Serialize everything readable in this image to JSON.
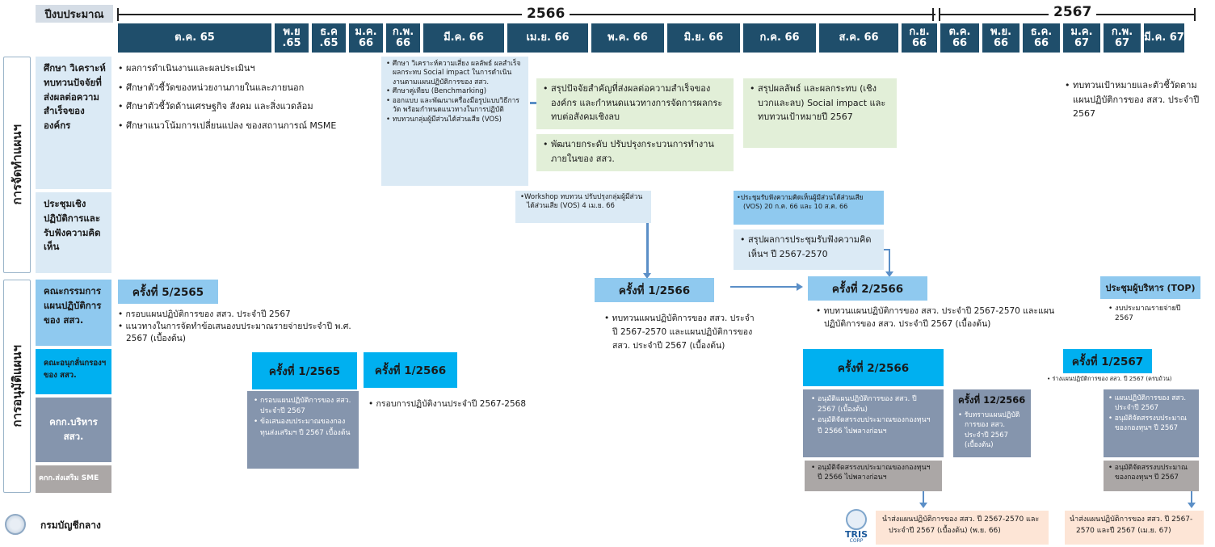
{
  "header": {
    "fiscal_year_label": "ปีงบประมาณ",
    "year_2566": "2566",
    "year_2567": "2567",
    "months": [
      "ต.ค. 65",
      "พ.ย .65",
      "ธ.ค .65",
      "ม.ค. 66",
      "ก.พ. 66",
      "มี.ค. 66",
      "เม.ย. 66",
      "พ.ค. 66",
      "มิ.ย. 66",
      "ก.ค. 66",
      "ส.ค. 66",
      "ก.ย. 66",
      "ต.ค. 66",
      "พ.ย. 66",
      "ธ.ค. 66",
      "ม.ค. 67",
      "ก.พ. 67",
      "มี.ค. 67"
    ]
  },
  "groups": {
    "planning": "การจัดทำแผนฯ",
    "approval": "การอนุมัติแผนฯ"
  },
  "rows": {
    "study": "ศึกษา วิเคราะห์ ทบทวนปัจจัยที่ส่งผลต่อความสำเร็จขององค์กร",
    "workshop": "ประชุมเชิงปฏิบัติการและรับฟังความคิดเห็น",
    "committee": "คณะกรรมการแผนปฏิบัติการของ สสว.",
    "subcommittee": "คณะอนุกลั่นกรองฯ ของ สสว.",
    "board": "คกก.บริหาร สสว.",
    "sme_board": "คกก.ส่งเสริม SME",
    "comptroller": "กรมบัญชีกลาง"
  },
  "study_list": [
    "• ผลการดำเนินงานและผลประเมินฯ",
    "• ศึกษาตัวชี้วัดของหน่วยงานภายในและภายนอก",
    "• ศึกษาตัวชี้วัดด้านเศรษฐกิจ สังคม และสิ่งแวดล้อม",
    "• ศึกษาแนวโน้มการเปลี่ยนแปลง ของสถานการณ์ MSME"
  ],
  "study_box2": [
    "• ศึกษา วิเคราะห์ความเสี่ยง ผลลัพธ์ ผลสำเร็จ ผลกระทบ Social impact ในการดำเนินงานตามแผนปฏิบัติการของ สสว.",
    "• ศึกษาคู่เทียบ (Benchmarking)",
    "• ออกแบบ และพัฒนาเครื่องมือรูปแบบวิธีการวัด พร้อมกำหนดแนวทางในการปฏิบัติ",
    "• ทบทวนกลุ่มผู้มีส่วนได้ส่วนเสีย (VOS)"
  ],
  "study_box3": "• สรุปปัจจัยสำคัญที่ส่งผลต่อความสำเร็จขององค์กร และกำหนดแนวทางการจัดการผลกระทบต่อสังคมเชิงลบ",
  "study_box4": "• พัฒนายกระดับ ปรับปรุงกระบวนการทำงานภายในของ สสว.",
  "study_box5": "• สรุปผลลัพธ์ และผลกระทบ (เชิงบวกและลบ) Social impact และทบทวนเป้าหมายปี 2567",
  "study_right": "• ทบทวนเป้าหมายและตัวชี้วัดตามแผนปฏิบัติการของ สสว. ประจำปี 2567",
  "workshop_box1": "•Workshop ทบทวน ปรับปรุงกลุ่มผู้มีส่วนได้ส่วนเสีย (VOS) 4 เม.ย. 66",
  "workshop_box2": "•ประชุมรับฟังความคิดเห็นผู้มีส่วนได้ส่วนเสีย (VOS) 20 ก.ค. 66 และ 10 ส.ค. 66",
  "workshop_box3": "• สรุปผลการประชุมรับฟังความคิดเห็นฯ ปี 2567-2570",
  "committee": {
    "m1_title": "ครั้งที่ 5/2565",
    "m1_items": [
      "• กรอบแผนปฏิบัติการของ สสว. ประจำปี 2567",
      "• แนวทางในการจัดทำข้อเสนองบประมาณรายจ่ายประจำปี พ.ศ. 2567 (เบื้องต้น)"
    ],
    "m2_title": "ครั้งที่ 1/2566",
    "m2_items": [
      "• ทบทวนแผนปฏิบัติการของ สสว. ประจำปี 2567-2570 และแผนปฏิบัติการของ สสว. ประจำปี 2567 (เบื้องต้น)"
    ],
    "m3_title": "ครั้งที่ 2/2566",
    "m3_items": [
      "• ทบทวนแผนปฏิบัติการของ สสว. ประจำปี 2567-2570 และแผนปฏิบัติการของ สสว. ประจำปี 2567 (เบื้องต้น)"
    ],
    "top_title": "ประชุมผู้บริหาร (TOP)",
    "top_items": [
      "• งบประมาณรายจ่ายปี 2567"
    ]
  },
  "subcommittee": {
    "m1_title": "ครั้งที่ 1/2565",
    "m1_items": [
      "• กรอบแผนปฏิบัติการของ สสว. ประจำปี 2567",
      "• ข้อเสนองบประมาณของกองทุนส่งเสริมฯ ปี 2567 เบื้องต้น"
    ],
    "m2_title": "ครั้งที่ 1/2566",
    "m2_items": [
      "• กรอบการปฏิบัติงานประจำปี 2567-2568"
    ],
    "m3_title": "ครั้งที่ 2/2566",
    "m3_items": [
      "• อนุมัติแผนปฏิบัติการของ สสว. ปี 2567 (เบื้องต้น)",
      "• อนุมัติจัดสรรงบประมาณของกองทุนฯ ปี 2566 ไปพลางก่อนฯ"
    ],
    "m4_title": "ครั้งที่ 12/2566",
    "m4_items": [
      "• รับทราบแผนปฏิบัติการของ สสว. ประจำปี 2567 (เบื้องต้น)"
    ],
    "m5_title": "ครั้งที่ 1/2567",
    "m5_note": "• ร่างแผนปฏิบัติการของ สสว. ปี 2567 (ครบถ้วน)",
    "m5_items": [
      "• แผนปฏิบัติการของ สสว. ประจำปี 2567",
      "• อนุมัติจัดสรรงบประมาณของกองทุนฯ ปี 2567"
    ]
  },
  "sme_board": {
    "item1": "• อนุมัติจัดสรรงบประมาณของกองทุนฯ ปี 2566 ไปพลางก่อนฯ",
    "item2": "• อนุมัติจัดสรรงบประมาณของกองทุนฯ ปี 2567"
  },
  "comptroller": {
    "box1": "นำส่งแผนปฏิบัติการของ สสว. ปี 2567-2570 และประจำปี 2567 (เบื้องต้น) (พ.ย. 66)",
    "box2": "นำส่งแผนปฏิบัติการของ สสว. ปี 2567-2570 และปี 2567 (เม.ย. 67)",
    "logo_text": "TRIS",
    "logo_sub": "CORP"
  },
  "colors": {
    "month_bg": "#1f4e6b",
    "study_box": "#dbeaf5",
    "green_box": "#e2efd8",
    "mid_blue": "#8fc9ef",
    "bright_blue": "#00b0f0",
    "slate": "#8595ad",
    "gray": "#aba7a6",
    "peach": "#fde5d6"
  }
}
